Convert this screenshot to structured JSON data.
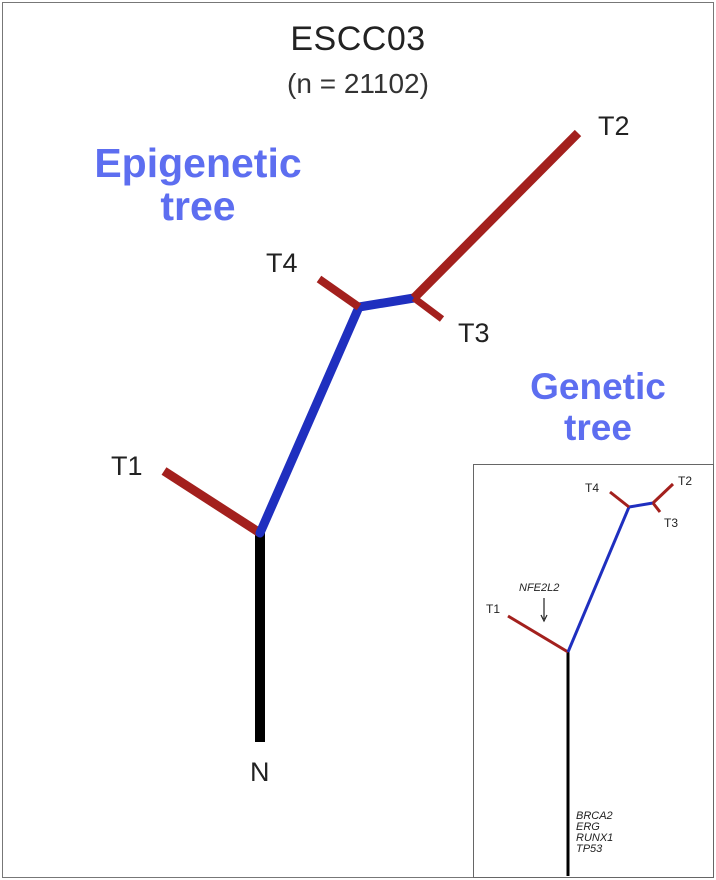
{
  "figure": {
    "title": "ESCC03",
    "subtitle": "(n = 21102)",
    "epigenetic_label_line1": "Epigenetic",
    "epigenetic_label_line2": "tree",
    "genetic_label_line1": "Genetic",
    "genetic_label_line2": "tree"
  },
  "epigenetic_tree": {
    "nodes": {
      "T1": "T1",
      "T2": "T2",
      "T3": "T3",
      "T4": "T4",
      "N": "N"
    }
  },
  "genetic_tree": {
    "nodes": {
      "T1": "T1",
      "T2": "T2",
      "T3": "T3",
      "T4": "T4"
    },
    "branch_gene": "NFE2L2",
    "trunk_genes": [
      "BRCA2",
      "ERG",
      "RUNX1",
      "TP53"
    ]
  },
  "colors": {
    "trunk": "#000000",
    "shared_branch": "#1f2fbf",
    "private_branch": "#a3201d",
    "label_blue": "#5d6ef0"
  }
}
